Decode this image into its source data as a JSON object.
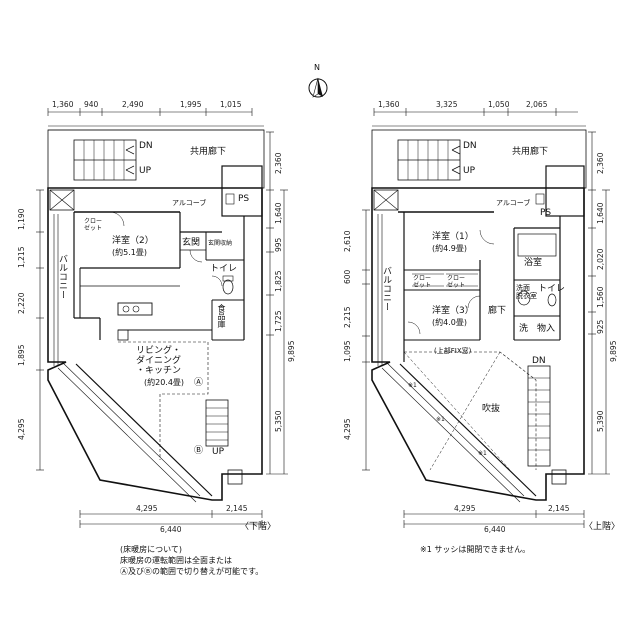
{
  "compass": {
    "label": "N"
  },
  "lower": {
    "caption": "〈下階〉",
    "top_dims": [
      "1,360",
      "940",
      "2,490",
      "1,995",
      "1,015"
    ],
    "left_dims": [
      "1,190",
      "1,215",
      "2,220",
      "1,895",
      "4,295"
    ],
    "right_dims": [
      "2,360",
      "1,640",
      "995",
      "1,825",
      "1,725",
      "9,895",
      "5,350"
    ],
    "bottom_dims": [
      "4,295",
      "2,145",
      "6,440"
    ],
    "stair_dn": "DN",
    "stair_up": "UP",
    "corridor": "共用廊下",
    "alcove": "アルコーブ",
    "ps": "PS",
    "closet": "クロー\nゼット",
    "room2_name": "洋室（2）",
    "room2_size": "(約5.1畳)",
    "entrance": "玄関",
    "shoe_box": "玄関収納",
    "toilet": "トイレ",
    "balcony": "バルコニー",
    "pantry": "食品庫",
    "ldk_name": "リビング・\nダイニング\n・キッチン",
    "ldk_size": "(約20.4畳)",
    "mark_a": "Ⓐ",
    "mark_b": "Ⓑ",
    "up2": "UP",
    "note_title": "(床暖房について)",
    "note_line1": "床暖房の運転範囲は全面または",
    "note_line2": "Ⓐ及びⒷの範囲で切り替えが可能です。"
  },
  "upper": {
    "caption": "〈上階〉",
    "top_dims": [
      "1,360",
      "3,325",
      "1,050",
      "2,065"
    ],
    "left_dims": [
      "2,610",
      "600",
      "2,215",
      "1,095",
      "4,295"
    ],
    "right_dims": [
      "2,360",
      "1,640",
      "2,020",
      "1,560",
      "925",
      "9,895",
      "5,390"
    ],
    "bottom_dims": [
      "4,295",
      "2,145",
      "6,440"
    ],
    "stair_dn": "DN",
    "stair_up": "UP",
    "corridor": "共用廊下",
    "alcove": "アルコーブ",
    "ps": "PS",
    "room1_name": "洋室（1）",
    "room1_size": "(約4.9畳)",
    "room3_name": "洋室（3）",
    "room3_size": "(約4.0畳)",
    "bath": "浴室",
    "wash": "洗面\n脱衣室",
    "toilet": "トイレ",
    "storage": "物入",
    "wash_m": "洗",
    "hall": "廊下",
    "closet": "クロー\nゼット",
    "fix_window": "(上部FIX窓)",
    "void": "吹抜",
    "dn2": "DN",
    "balcony": "バルコニー",
    "sash_mark": "※1",
    "note_line": "※1 サッシは開閉できません。"
  }
}
